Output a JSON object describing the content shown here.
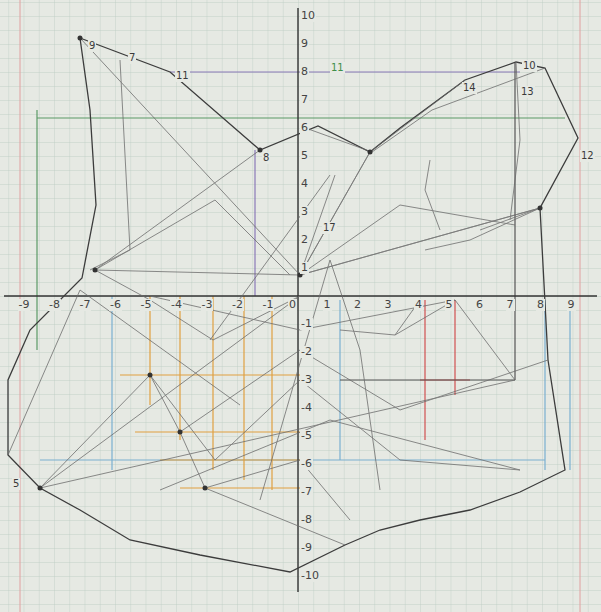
{
  "diagram": {
    "labels": [
      "-9",
      "-8",
      "-7",
      "-6",
      "-5",
      "-4",
      "-3",
      "-2",
      "-1",
      "0",
      "1",
      "2",
      "3",
      "4",
      "5",
      "6",
      "7",
      "8",
      "9",
      "10",
      "9",
      "8",
      "7",
      "6",
      "5",
      "4",
      "3",
      "2",
      "1",
      "-1",
      "-2",
      "-3",
      "-4",
      "-5",
      "-6",
      "-7",
      "-8",
      "-9",
      "-10",
      "9",
      "7",
      "8",
      "11",
      "14",
      "13",
      "10",
      "12",
      "5",
      "17",
      "11"
    ]
  }
}
